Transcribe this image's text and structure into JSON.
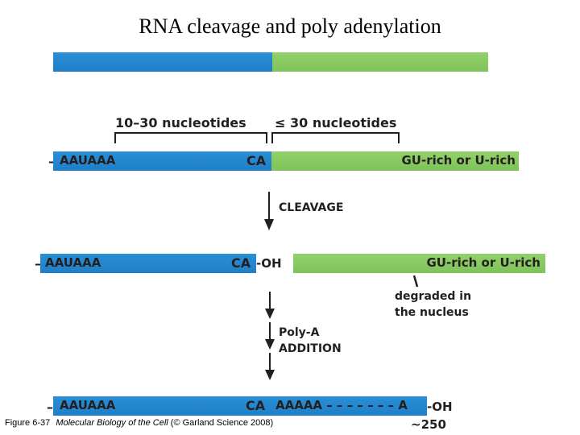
{
  "title": "RNA cleavage and poly adenylation",
  "colors": {
    "blue": "#2288d3",
    "green": "#8ccb64",
    "text": "#231f20"
  },
  "brackets": {
    "left_label": "10–30 nucleotides",
    "right_label": "≤ 30 nucleotides"
  },
  "row1": {
    "signal": "AAUAAA",
    "site": "CA",
    "downstream": "GU-rich or U-rich",
    "lead_dash": "–"
  },
  "step1": {
    "label": "CLEAVAGE"
  },
  "row2": {
    "signal": "AAUAAA",
    "site": "CA",
    "end": "-OH",
    "downstream": "GU-rich or U-rich",
    "lead_dash": "–"
  },
  "degraded": {
    "line1": "degraded in",
    "line2": "the nucleus"
  },
  "step2": {
    "line1": "Poly-A",
    "line2": "ADDITION"
  },
  "row3": {
    "signal": "AAUAAA",
    "site": "CA",
    "tail": "AAAAA – – – – – – – A",
    "end": "-OH",
    "tail_length": "~250",
    "lead_dash": "–"
  },
  "caption": {
    "fig": "Figure 6-37",
    "book": "Molecular Biology of the Cell",
    "credit": "(© Garland Science 2008)"
  }
}
